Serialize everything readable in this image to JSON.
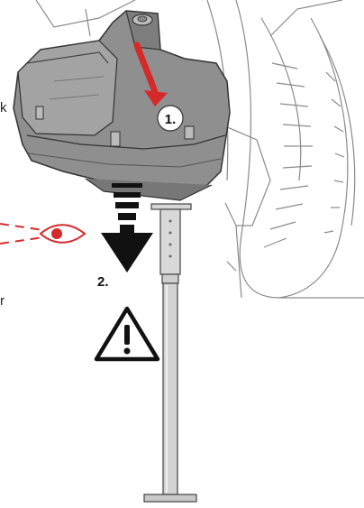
{
  "steps": {
    "step1": "1.",
    "step2": "2."
  },
  "edge_text": {
    "top": "k",
    "bottom": "r"
  },
  "icons": {
    "warning": "warning-triangle-icon",
    "eye": "eye-icon",
    "rotate_arrow": "curved-arrow-icon",
    "down_arrow": "down-arrow-icon"
  },
  "colors": {
    "tank": "#8f8f8f",
    "tank_dark": "#5e5e5e",
    "tank_light": "#b8b8b8",
    "stand": "#cfcfcf",
    "red_arrow": "#d62a2a",
    "black": "#111111",
    "line_art": "#7a7a7a"
  }
}
